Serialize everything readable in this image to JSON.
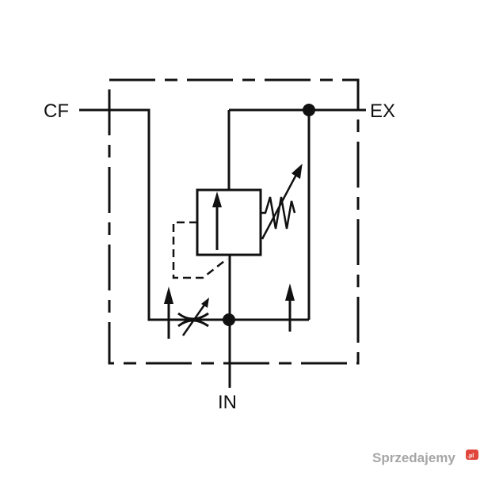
{
  "diagram": {
    "ports": {
      "cf": "CF",
      "ex": "EX",
      "in": "IN"
    },
    "colors": {
      "line": "#111111",
      "background": "#ffffff",
      "watermark": "#a6a6a6",
      "watermark_badge": "#e0463c"
    }
  },
  "watermark": {
    "text": "Sprzedajemy",
    "badge": ".pl"
  }
}
